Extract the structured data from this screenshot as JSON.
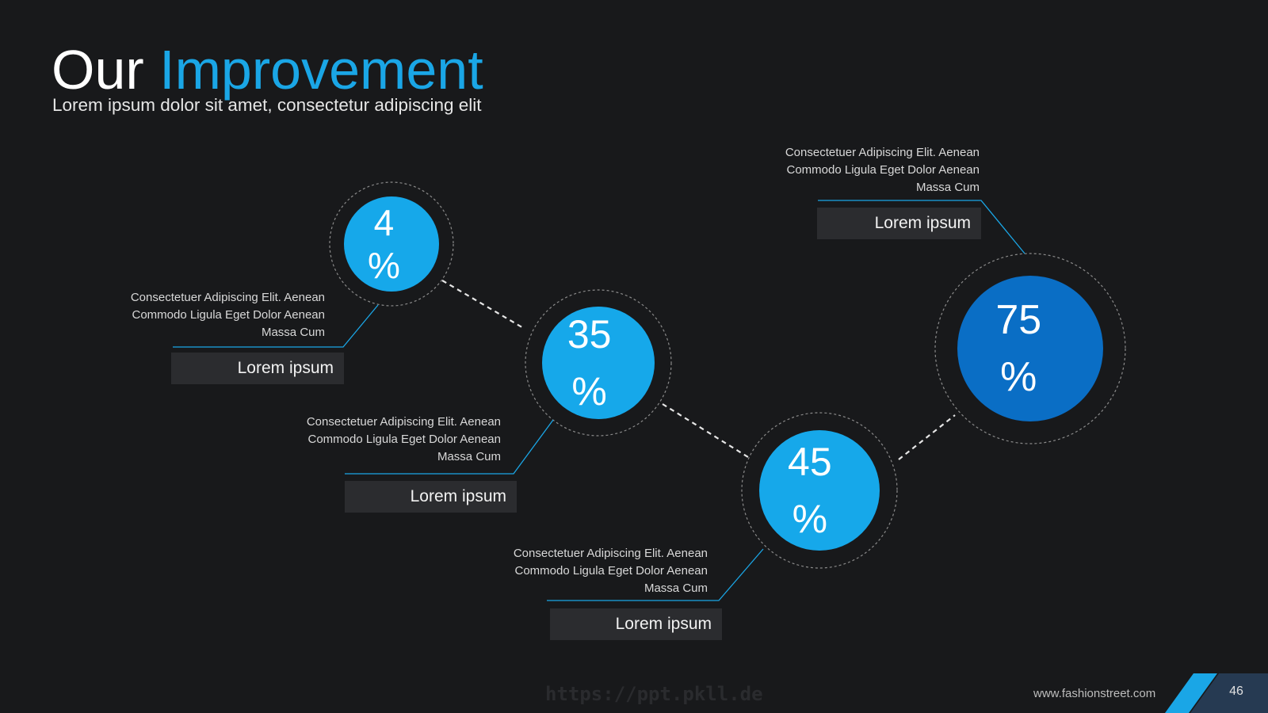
{
  "header": {
    "title_part1": "Our",
    "title_part2": "Improvement",
    "subtitle": "Lorem ipsum dolor sit amet, consectetur adipiscing elit"
  },
  "items": [
    {
      "value_number": "4",
      "value_unit": "%",
      "description": [
        "Consectetuer Adipiscing Elit. Aenean",
        "Commodo Ligula Eget Dolor Aenean",
        "Massa Cum"
      ],
      "label": "Lorem ipsum"
    },
    {
      "value_number": "35",
      "value_unit": "%",
      "description": [
        "Consectetuer Adipiscing Elit. Aenean",
        "Commodo Ligula Eget Dolor Aenean",
        "Massa Cum"
      ],
      "label": "Lorem ipsum"
    },
    {
      "value_number": "45",
      "value_unit": "%",
      "description": [
        "Consectetuer Adipiscing Elit. Aenean",
        "Commodo Ligula Eget Dolor Aenean",
        "Massa Cum"
      ],
      "label": "Lorem ipsum"
    },
    {
      "value_number": "75",
      "value_unit": "%",
      "description": [
        "Consectetuer Adipiscing Elit. Aenean",
        "Commodo Ligula Eget Dolor Aenean",
        "Massa Cum"
      ],
      "label": "Lorem ipsum"
    }
  ],
  "footer": {
    "watermark": "https://ppt.pkll.de",
    "website": "www.fashionstreet.com",
    "page_number": "46"
  },
  "colors": {
    "background": "#18191b",
    "accent": "#1aa6e6",
    "circle_light": "#16a8ea",
    "circle_dark": "#0a6ec5",
    "label_box": "#2b2c2f"
  }
}
